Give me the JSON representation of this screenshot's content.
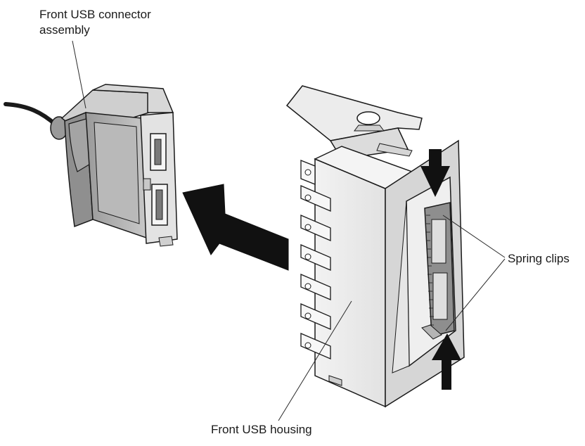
{
  "labels": {
    "connector_line1": "Front USB connector",
    "connector_line2": "assembly",
    "spring_clips": "Spring clips",
    "housing": "Front USB housing"
  },
  "colors": {
    "ink": "#1a1a1a",
    "light_gray": "#dcdcdc",
    "mid_gray": "#b3b3b3",
    "dark_gray": "#8a8a8a",
    "arrow": "#111111"
  }
}
